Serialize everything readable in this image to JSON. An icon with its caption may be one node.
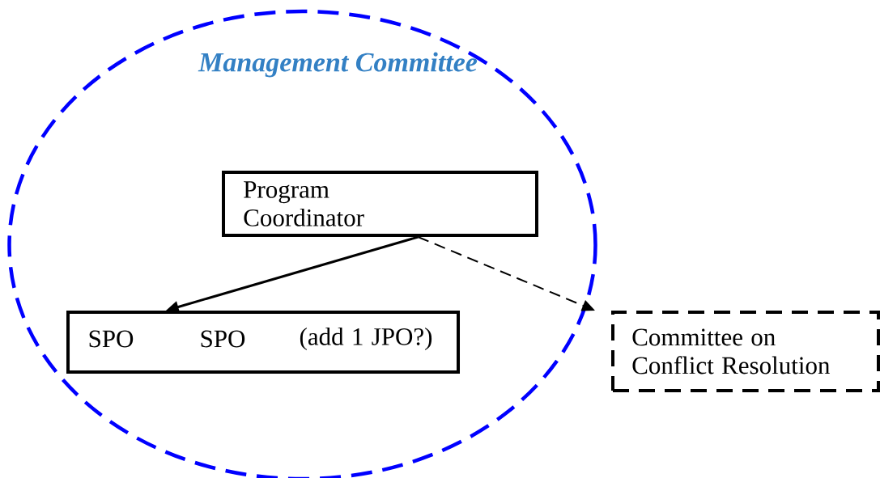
{
  "diagram": {
    "nodes": [
      {
        "text": [
          "Management Committee"
        ]
      },
      {
        "text": [
          "Program Coordinator"
        ],
        "in": 0
      },
      {
        "text": [
          "SPO",
          "SPO",
          "(add 1 JPO?)"
        ],
        "in": 0
      },
      {
        "text": [
          "Committee on Conflict Resolution"
        ]
      }
    ],
    "edges": [
      {
        "from": 1,
        "to": 2,
        "arrow": "to"
      },
      {
        "from": 1,
        "to": 3,
        "arrow": "to",
        "style": "dashed"
      }
    ]
  }
}
